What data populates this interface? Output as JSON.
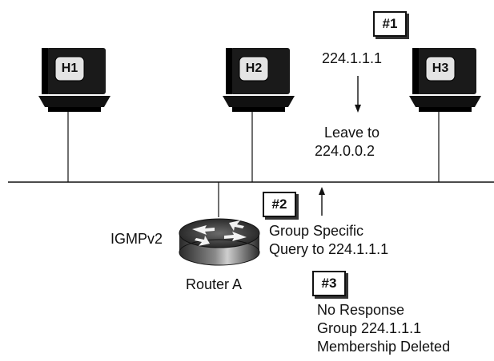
{
  "hosts": [
    {
      "label": "H1"
    },
    {
      "label": "H2"
    },
    {
      "label": "H3"
    }
  ],
  "router": {
    "label": "Router A",
    "protocol": "IGMPv2"
  },
  "steps": [
    {
      "tag": "#1",
      "lines": [
        "224.1.1.1",
        "Leave to",
        "224.0.0.2"
      ]
    },
    {
      "tag": "#2",
      "lines": [
        "Group Specific",
        "Query to 224.1.1.1"
      ]
    },
    {
      "tag": "#3",
      "lines": [
        "No Response",
        "Group 224.1.1.1",
        "Membership Deleted"
      ]
    }
  ],
  "colors": {
    "ink": "#111111",
    "screen": "#1a1a1a",
    "label_box": "#ffffff"
  }
}
